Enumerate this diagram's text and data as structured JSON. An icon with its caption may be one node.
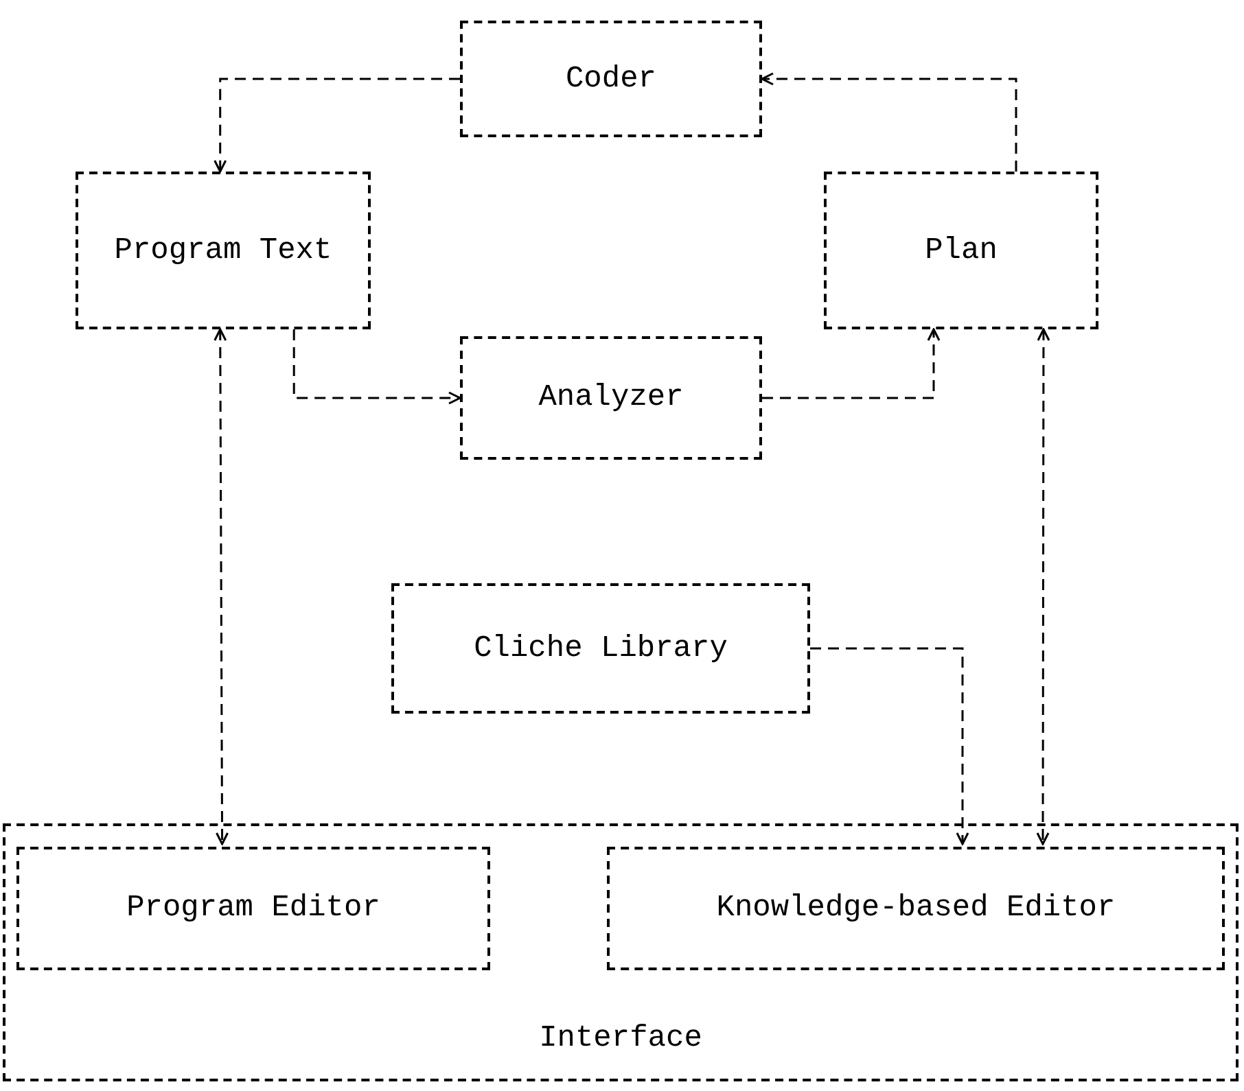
{
  "diagram": {
    "nodes": [
      {
        "text": [
          "Coder"
        ]
      },
      {
        "text": [
          "Program Text"
        ]
      },
      {
        "text": [
          "Plan"
        ]
      },
      {
        "text": [
          "Analyzer"
        ]
      },
      {
        "text": [
          "Cliche Library"
        ]
      },
      {
        "text": [
          "Interface"
        ]
      },
      {
        "text": [
          "Program Editor"
        ],
        "in": 5
      },
      {
        "text": [
          "Knowledge-based Editor"
        ],
        "in": 5
      }
    ],
    "edges": [
      {
        "from": 0,
        "to": 1,
        "arrow": "to"
      },
      {
        "from": 2,
        "to": 0,
        "arrow": "to"
      },
      {
        "from": 1,
        "to": 3,
        "arrow": "to"
      },
      {
        "from": 3,
        "to": 2,
        "arrow": "to"
      },
      {
        "from": 1,
        "to": 6,
        "arrow": "both"
      },
      {
        "from": 2,
        "to": 7,
        "arrow": "both"
      },
      {
        "from": 4,
        "to": 7,
        "arrow": "to"
      }
    ]
  }
}
